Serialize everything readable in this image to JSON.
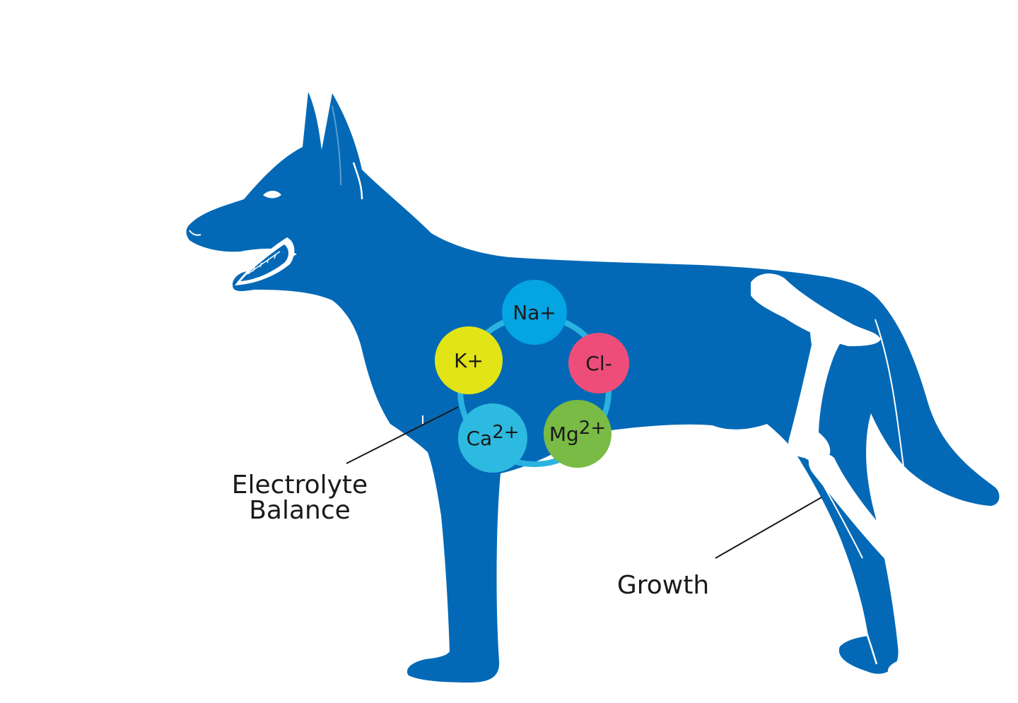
{
  "colors": {
    "dog_body": "#0369b6",
    "bone": "#ffffff",
    "ring": "#2ab3e0",
    "leader_line": "#1a1a1a"
  },
  "ions": [
    {
      "id": "na",
      "base": "Na+",
      "sup": "",
      "color": "#05a4e2"
    },
    {
      "id": "cl",
      "base": "Cl-",
      "sup": "",
      "color": "#ee4d79"
    },
    {
      "id": "mg",
      "base": "Mg",
      "sup": "2+",
      "color": "#79bb45"
    },
    {
      "id": "ca",
      "base": "Ca",
      "sup": "2+",
      "color": "#2dbae0"
    },
    {
      "id": "k",
      "base": "K+",
      "sup": "",
      "color": "#e2e416"
    }
  ],
  "callouts": {
    "electrolyte_line1": "Electrolyte",
    "electrolyte_line2": "Balance",
    "growth": "Growth"
  }
}
